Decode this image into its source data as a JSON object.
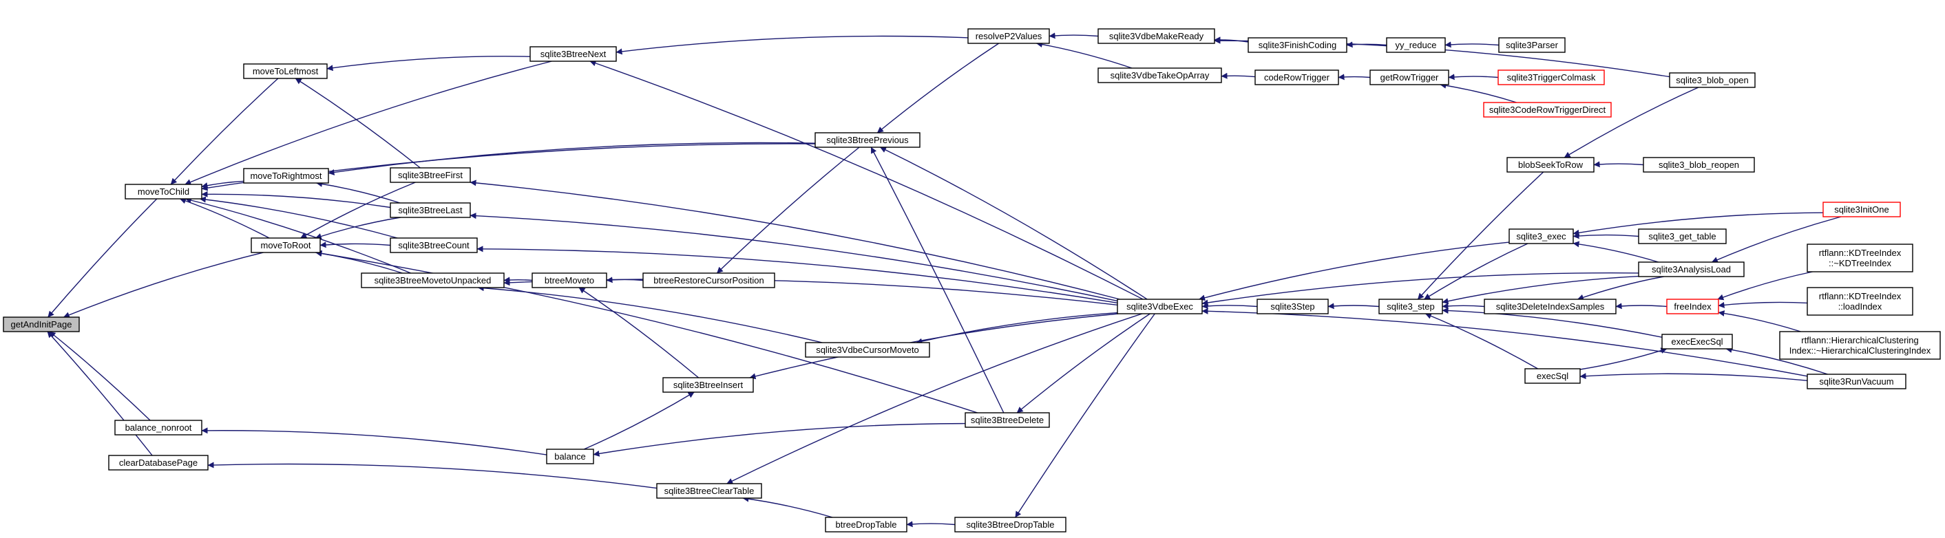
{
  "diagram": {
    "type": "call-graph",
    "root": "getAndInitPage",
    "colors": {
      "edge": "#191970",
      "node_border": "#000000",
      "root_fill": "#bfbfbf",
      "truncated_border": "#ff0000",
      "node_fill": "#ffffff"
    },
    "nodes": [
      {
        "id": "getAndInitPage",
        "label": "getAndInitPage",
        "root": true
      },
      {
        "id": "moveToChild",
        "label": "moveToChild"
      },
      {
        "id": "moveToRoot",
        "label": "moveToRoot"
      },
      {
        "id": "balance_nonroot",
        "label": "balance_nonroot"
      },
      {
        "id": "clearDatabasePage",
        "label": "clearDatabasePage"
      },
      {
        "id": "moveToLeftmost",
        "label": "moveToLeftmost"
      },
      {
        "id": "moveToRightmost",
        "label": "moveToRightmost"
      },
      {
        "id": "sqlite3BtreeNext",
        "label": "sqlite3BtreeNext"
      },
      {
        "id": "sqlite3BtreeFirst",
        "label": "sqlite3BtreeFirst"
      },
      {
        "id": "sqlite3BtreeLast",
        "label": "sqlite3BtreeLast"
      },
      {
        "id": "sqlite3BtreeCount",
        "label": "sqlite3BtreeCount"
      },
      {
        "id": "sqlite3BtreeMovetoUnpacked",
        "label": "sqlite3BtreeMovetoUnpacked"
      },
      {
        "id": "btreeMoveto",
        "label": "btreeMoveto"
      },
      {
        "id": "btreeRestoreCursorPosition",
        "label": "btreeRestoreCursorPosition"
      },
      {
        "id": "sqlite3BtreePrevious",
        "label": "sqlite3BtreePrevious"
      },
      {
        "id": "resolveP2Values",
        "label": "resolveP2Values"
      },
      {
        "id": "sqlite3VdbeMakeReady",
        "label": "sqlite3VdbeMakeReady"
      },
      {
        "id": "sqlite3VdbeTakeOpArray",
        "label": "sqlite3VdbeTakeOpArray"
      },
      {
        "id": "sqlite3FinishCoding",
        "label": "sqlite3FinishCoding"
      },
      {
        "id": "yy_reduce",
        "label": "yy_reduce"
      },
      {
        "id": "sqlite3Parser",
        "label": "sqlite3Parser"
      },
      {
        "id": "codeRowTrigger",
        "label": "codeRowTrigger"
      },
      {
        "id": "getRowTrigger",
        "label": "getRowTrigger"
      },
      {
        "id": "sqlite3TriggerColmask",
        "label": "sqlite3TriggerColmask",
        "truncated": true
      },
      {
        "id": "sqlite3CodeRowTriggerDirect",
        "label": "sqlite3CodeRowTriggerDirect",
        "truncated": true
      },
      {
        "id": "sqlite3_blob_open",
        "label": "sqlite3_blob_open"
      },
      {
        "id": "blobSeekToRow",
        "label": "blobSeekToRow"
      },
      {
        "id": "sqlite3_blob_reopen",
        "label": "sqlite3_blob_reopen"
      },
      {
        "id": "sqlite3VdbeCursorMoveto",
        "label": "sqlite3VdbeCursorMoveto"
      },
      {
        "id": "sqlite3BtreeInsert",
        "label": "sqlite3BtreeInsert"
      },
      {
        "id": "sqlite3BtreeDelete",
        "label": "sqlite3BtreeDelete"
      },
      {
        "id": "balance",
        "label": "balance"
      },
      {
        "id": "sqlite3BtreeClearTable",
        "label": "sqlite3BtreeClearTable"
      },
      {
        "id": "btreeDropTable",
        "label": "btreeDropTable"
      },
      {
        "id": "sqlite3BtreeDropTable",
        "label": "sqlite3BtreeDropTable"
      },
      {
        "id": "sqlite3VdbeExec",
        "label": "sqlite3VdbeExec"
      },
      {
        "id": "sqlite3Step",
        "label": "sqlite3Step"
      },
      {
        "id": "sqlite3_step",
        "label": "sqlite3_step"
      },
      {
        "id": "sqlite3_exec",
        "label": "sqlite3_exec"
      },
      {
        "id": "sqlite3_get_table",
        "label": "sqlite3_get_table"
      },
      {
        "id": "sqlite3AnalysisLoad",
        "label": "sqlite3AnalysisLoad"
      },
      {
        "id": "sqlite3InitOne",
        "label": "sqlite3InitOne",
        "truncated": true
      },
      {
        "id": "sqlite3DeleteIndexSamples",
        "label": "sqlite3DeleteIndexSamples"
      },
      {
        "id": "freeIndex",
        "label": "freeIndex",
        "truncated": true
      },
      {
        "id": "kdtree_dtor",
        "label": [
          "rtflann::KDTreeIndex",
          "::~KDTreeIndex"
        ]
      },
      {
        "id": "kdtree_load",
        "label": [
          "rtflann::KDTreeIndex",
          "::loadIndex"
        ]
      },
      {
        "id": "hier_dtor",
        "label": [
          "rtflann::HierarchicalClustering",
          "Index::~HierarchicalClusteringIndex"
        ]
      },
      {
        "id": "execExecSql",
        "label": "execExecSql"
      },
      {
        "id": "execSql",
        "label": "execSql"
      },
      {
        "id": "sqlite3RunVacuum",
        "label": "sqlite3RunVacuum"
      }
    ],
    "edges": [
      [
        "moveToChild",
        "getAndInitPage"
      ],
      [
        "moveToRoot",
        "getAndInitPage"
      ],
      [
        "balance_nonroot",
        "getAndInitPage"
      ],
      [
        "clearDatabasePage",
        "getAndInitPage"
      ],
      [
        "moveToLeftmost",
        "moveToChild"
      ],
      [
        "moveToRightmost",
        "moveToChild"
      ],
      [
        "sqlite3BtreeNext",
        "moveToChild"
      ],
      [
        "sqlite3BtreePrevious",
        "moveToChild"
      ],
      [
        "sqlite3BtreeLast",
        "moveToChild"
      ],
      [
        "sqlite3BtreeCount",
        "moveToChild"
      ],
      [
        "sqlite3BtreeMovetoUnpacked",
        "moveToChild"
      ],
      [
        "moveToRoot",
        "moveToChild"
      ],
      [
        "sqlite3BtreeNext",
        "moveToLeftmost"
      ],
      [
        "sqlite3BtreeFirst",
        "moveToLeftmost"
      ],
      [
        "sqlite3BtreePrevious",
        "moveToRightmost"
      ],
      [
        "sqlite3BtreeLast",
        "moveToRightmost"
      ],
      [
        "sqlite3BtreeFirst",
        "moveToRoot"
      ],
      [
        "sqlite3BtreeLast",
        "moveToRoot"
      ],
      [
        "sqlite3BtreeCount",
        "moveToRoot"
      ],
      [
        "sqlite3BtreeMovetoUnpacked",
        "moveToRoot"
      ],
      [
        "sqlite3BtreeDelete",
        "moveToRoot"
      ],
      [
        "resolveP2Values",
        "sqlite3BtreeNext"
      ],
      [
        "sqlite3VdbeExec",
        "sqlite3BtreeNext"
      ],
      [
        "sqlite3VdbeExec",
        "sqlite3BtreeFirst"
      ],
      [
        "sqlite3VdbeExec",
        "sqlite3BtreeLast"
      ],
      [
        "sqlite3VdbeExec",
        "sqlite3BtreeCount"
      ],
      [
        "btreeMoveto",
        "sqlite3BtreeMovetoUnpacked"
      ],
      [
        "sqlite3VdbeExec",
        "sqlite3BtreeMovetoUnpacked"
      ],
      [
        "sqlite3VdbeCursorMoveto",
        "sqlite3BtreeMovetoUnpacked"
      ],
      [
        "btreeRestoreCursorPosition",
        "btreeMoveto"
      ],
      [
        "sqlite3BtreeInsert",
        "btreeMoveto"
      ],
      [
        "sqlite3BtreePrevious",
        "btreeRestoreCursorPosition"
      ],
      [
        "resolveP2Values",
        "sqlite3BtreePrevious"
      ],
      [
        "sqlite3VdbeExec",
        "sqlite3BtreePrevious"
      ],
      [
        "sqlite3BtreeDelete",
        "sqlite3BtreePrevious"
      ],
      [
        "sqlite3VdbeMakeReady",
        "resolveP2Values"
      ],
      [
        "sqlite3VdbeTakeOpArray",
        "resolveP2Values"
      ],
      [
        "sqlite3_blob_open",
        "sqlite3VdbeMakeReady"
      ],
      [
        "sqlite3FinishCoding",
        "sqlite3VdbeMakeReady"
      ],
      [
        "yy_reduce",
        "sqlite3FinishCoding"
      ],
      [
        "sqlite3Parser",
        "yy_reduce"
      ],
      [
        "codeRowTrigger",
        "sqlite3VdbeTakeOpArray"
      ],
      [
        "getRowTrigger",
        "codeRowTrigger"
      ],
      [
        "sqlite3TriggerColmask",
        "getRowTrigger"
      ],
      [
        "sqlite3CodeRowTriggerDirect",
        "getRowTrigger"
      ],
      [
        "sqlite3_blob_open",
        "blobSeekToRow"
      ],
      [
        "sqlite3_blob_reopen",
        "blobSeekToRow"
      ],
      [
        "sqlite3VdbeExec",
        "sqlite3VdbeCursorMoveto"
      ],
      [
        "sqlite3VdbeExec",
        "sqlite3BtreeInsert"
      ],
      [
        "balance",
        "sqlite3BtreeInsert"
      ],
      [
        "sqlite3VdbeExec",
        "sqlite3BtreeDelete"
      ],
      [
        "balance",
        "balance_nonroot"
      ],
      [
        "sqlite3BtreeDelete",
        "balance"
      ],
      [
        "sqlite3BtreeClearTable",
        "clearDatabasePage"
      ],
      [
        "sqlite3VdbeExec",
        "sqlite3BtreeClearTable"
      ],
      [
        "btreeDropTable",
        "sqlite3BtreeClearTable"
      ],
      [
        "sqlite3BtreeDropTable",
        "btreeDropTable"
      ],
      [
        "sqlite3VdbeExec",
        "sqlite3BtreeDropTable"
      ],
      [
        "sqlite3Step",
        "sqlite3VdbeExec"
      ],
      [
        "sqlite3_step",
        "sqlite3Step"
      ],
      [
        "sqlite3_exec",
        "sqlite3VdbeExec"
      ],
      [
        "sqlite3AnalysisLoad",
        "sqlite3VdbeExec"
      ],
      [
        "sqlite3RunVacuum",
        "sqlite3VdbeExec"
      ],
      [
        "sqlite3_exec",
        "sqlite3_step"
      ],
      [
        "sqlite3AnalysisLoad",
        "sqlite3_step"
      ],
      [
        "sqlite3DeleteIndexSamples",
        "sqlite3_step"
      ],
      [
        "execExecSql",
        "sqlite3_step"
      ],
      [
        "execSql",
        "sqlite3_step"
      ],
      [
        "blobSeekToRow",
        "sqlite3_step"
      ],
      [
        "sqlite3_get_table",
        "sqlite3_exec"
      ],
      [
        "sqlite3AnalysisLoad",
        "sqlite3_exec"
      ],
      [
        "sqlite3InitOne",
        "sqlite3_exec"
      ],
      [
        "sqlite3InitOne",
        "sqlite3AnalysisLoad"
      ],
      [
        "freeIndex",
        "sqlite3DeleteIndexSamples"
      ],
      [
        "sqlite3AnalysisLoad",
        "sqlite3DeleteIndexSamples"
      ],
      [
        "kdtree_dtor",
        "freeIndex"
      ],
      [
        "kdtree_load",
        "freeIndex"
      ],
      [
        "hier_dtor",
        "freeIndex"
      ],
      [
        "execSql",
        "execExecSql"
      ],
      [
        "sqlite3RunVacuum",
        "execExecSql"
      ],
      [
        "sqlite3RunVacuum",
        "execSql"
      ]
    ]
  }
}
